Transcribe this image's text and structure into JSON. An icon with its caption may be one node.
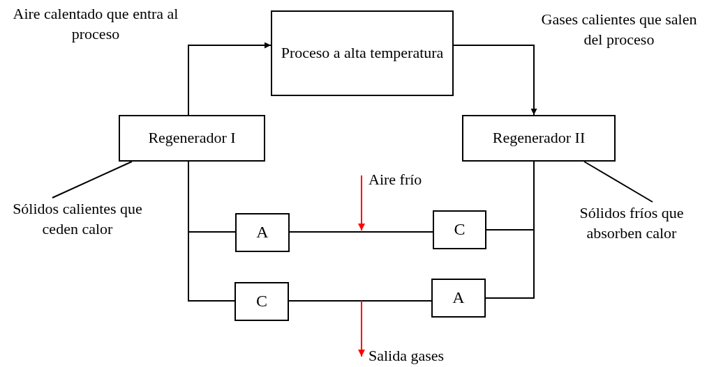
{
  "diagram": {
    "nodes": [
      {
        "text": [
          "Proceso a alta temperatura"
        ]
      },
      {
        "text": [
          "Regenerador I"
        ]
      },
      {
        "text": [
          "Regenerador II"
        ]
      },
      {
        "text": [
          "A"
        ]
      },
      {
        "text": [
          "C"
        ]
      },
      {
        "text": [
          "C"
        ]
      },
      {
        "text": [
          "A"
        ]
      },
      {
        "text": [
          "Sólidos calientes que ceden calor"
        ]
      },
      {
        "text": [
          "Sólidos fríos que absorben calor"
        ]
      }
    ],
    "edges": [
      {
        "from": 1,
        "to": 0,
        "arrow": "to"
      },
      {
        "from": 0,
        "to": 2,
        "arrow": "to"
      },
      {
        "from": 1,
        "to": 3,
        "arrow": "none"
      },
      {
        "from": 1,
        "to": 5,
        "arrow": "none"
      },
      {
        "from": 3,
        "to": 4,
        "arrow": "none"
      },
      {
        "from": 5,
        "to": 6,
        "arrow": "none"
      },
      {
        "from": 2,
        "to": 4,
        "arrow": "none"
      },
      {
        "from": 2,
        "to": 6,
        "arrow": "none"
      },
      {
        "from": 7,
        "to": 1,
        "arrow": "none"
      },
      {
        "from": 8,
        "to": 2,
        "arrow": "none"
      }
    ],
    "labels": [
      "Aire calentado que entra al proceso",
      "Gases calientes que salen del proceso",
      "Aire frío",
      "Salida gases"
    ]
  }
}
